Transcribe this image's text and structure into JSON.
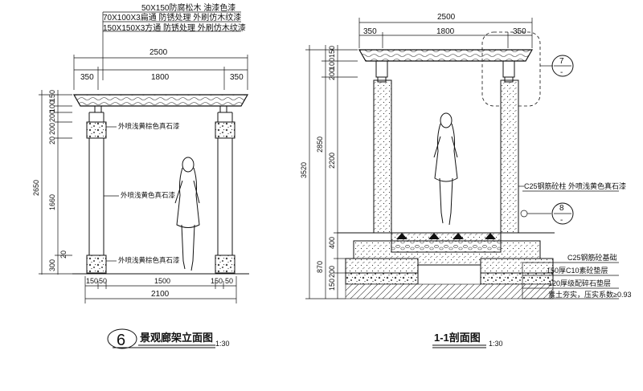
{
  "elevation": {
    "beam_notes": [
      "50X150防腐松木 油漆色漆",
      "70X100X3扁通 防锈处理 外刷仿木纹漆",
      "150X150X3方通 防锈处理 外刷仿木纹漆"
    ],
    "top_total": "2500",
    "top_segments": [
      "350",
      "1800",
      "350"
    ],
    "left_dims": [
      "150",
      "100",
      "200",
      "200",
      "20",
      "1660",
      "20",
      "300"
    ],
    "left_total": "2650",
    "notes": [
      "外喷浅黄棕色真石漆",
      "外喷浅黄色真石漆",
      "外喷浅黄棕色真石漆"
    ],
    "bottom_segments": [
      "150",
      "50",
      "1500",
      "150",
      "50"
    ],
    "bottom_total": "2100",
    "title_number": "6",
    "title": "景观廊架立面图",
    "scale": "1:30"
  },
  "section": {
    "top_total": "2500",
    "top_segments": [
      "350",
      "1800",
      "350"
    ],
    "left_outer_total": "3520",
    "left_dims": [
      "150",
      "100",
      "200",
      "2850",
      "2200",
      "400",
      "870",
      "200",
      "150"
    ],
    "callout_top": {
      "num": "7",
      "den": "-"
    },
    "callout_mid": {
      "num": "8",
      "den": "-"
    },
    "notes": [
      "C25钢筋砼柱 外喷浅黄色真石漆",
      "C25钢筋砼基础",
      "150厚C10素砼垫层",
      "120厚级配碎石垫层",
      "素土夯实，压实系数≥0.93"
    ],
    "title": "1-1剖面图",
    "scale": "1:30"
  }
}
